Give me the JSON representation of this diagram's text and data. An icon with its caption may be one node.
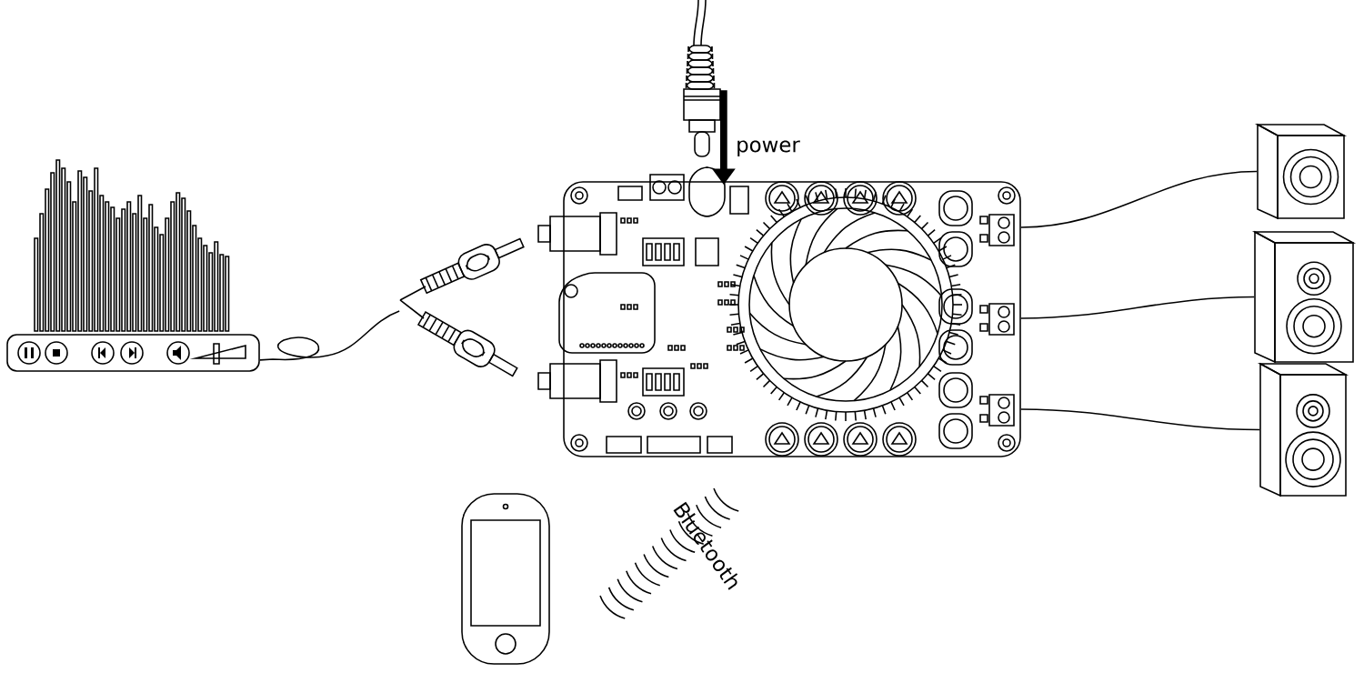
{
  "diagram": {
    "nodes": [
      {
        "text": [],
        "shape": "picture"
      },
      {
        "text": [],
        "shape": "picture"
      },
      {
        "text": [],
        "shape": "picture"
      },
      {
        "text": [],
        "shape": "picture"
      },
      {
        "text": [],
        "shape": "picture"
      },
      {
        "text": [],
        "shape": "picture"
      },
      {
        "text": [],
        "shape": "picture"
      },
      {
        "text": [],
        "shape": "picture"
      }
    ],
    "edges": [
      {
        "from": 2,
        "to": 1,
        "arrow": "to",
        "label": "power",
        "style": "thick"
      },
      {
        "from": 0,
        "to": 3,
        "arrow": "none"
      },
      {
        "from": 1,
        "to": 4,
        "arrow": "none"
      },
      {
        "from": 1,
        "to": 5,
        "arrow": "none"
      },
      {
        "from": 1,
        "to": 6,
        "arrow": "none"
      }
    ],
    "labels": [
      "Bluetooth"
    ]
  }
}
